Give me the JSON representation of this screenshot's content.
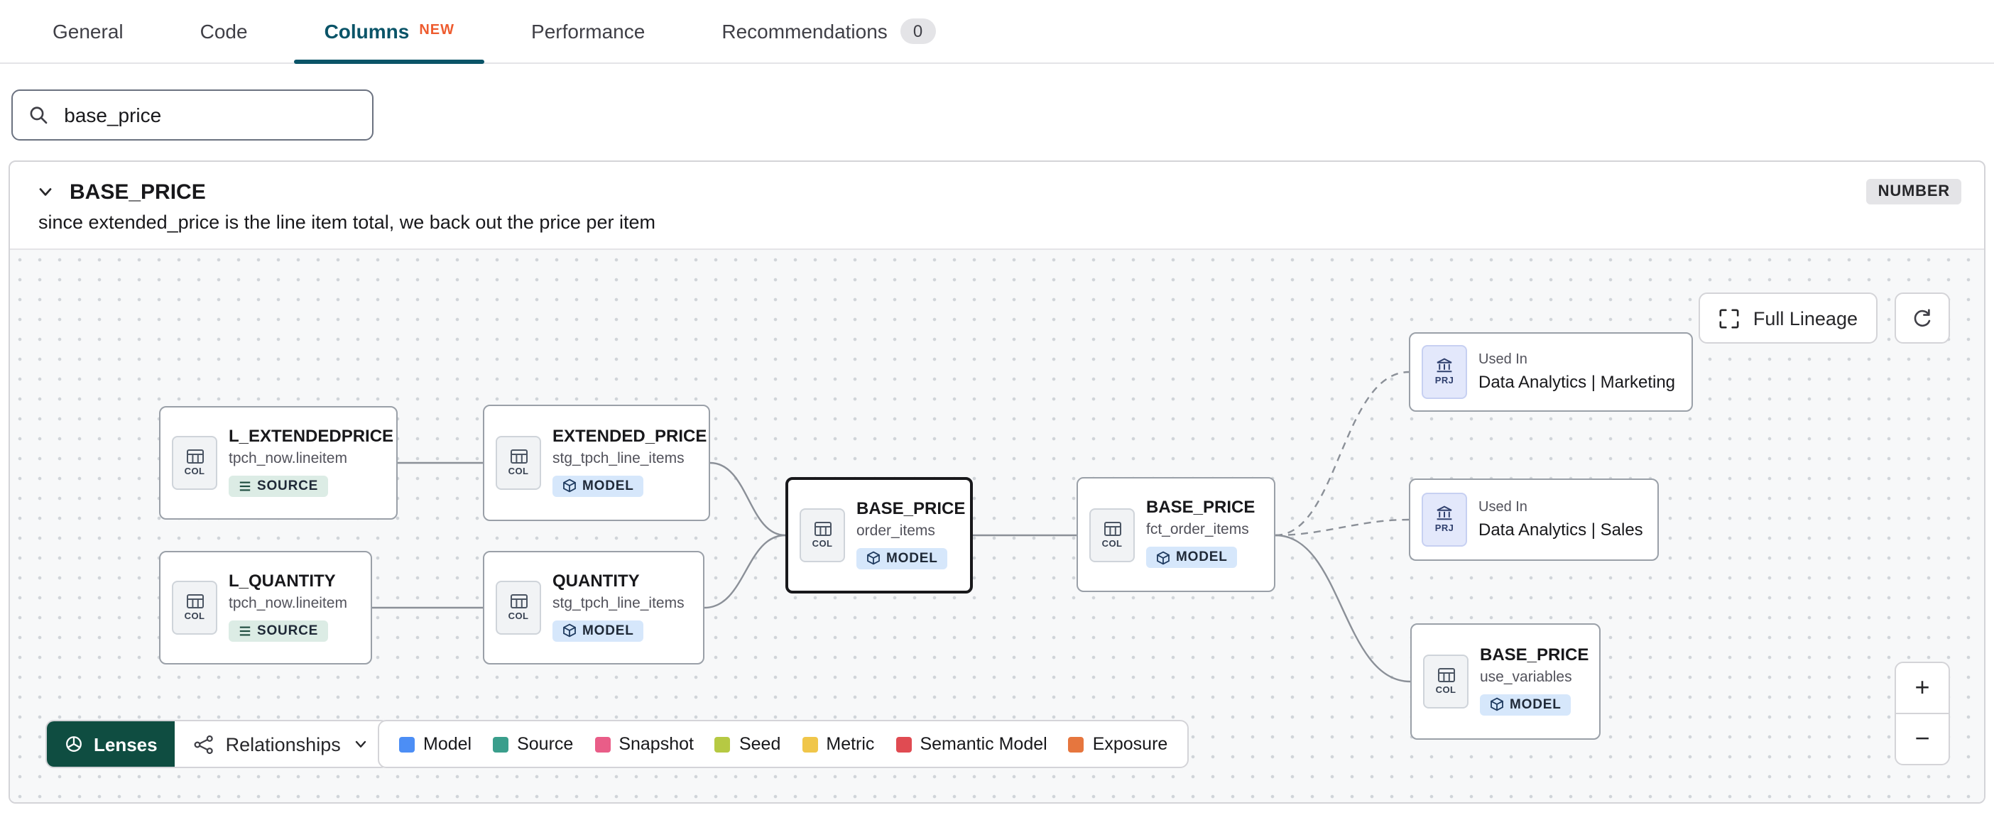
{
  "tabs": {
    "items": [
      {
        "label": "General"
      },
      {
        "label": "Code"
      },
      {
        "label": "Columns",
        "badge": "NEW"
      },
      {
        "label": "Performance"
      },
      {
        "label": "Recommendations",
        "count": "0"
      }
    ]
  },
  "search": {
    "value": "base_price"
  },
  "column": {
    "name": "BASE_PRICE",
    "type": "NUMBER",
    "description": "since extended_price is the line item total, we back out the price per item"
  },
  "lineage": {
    "full_lineage_label": "Full Lineage",
    "lenses_label": "Lenses",
    "relationships_label": "Relationships",
    "zoom_in_label": "+",
    "zoom_out_label": "−",
    "icon_labels": {
      "col": "COL",
      "prj": "PRJ"
    },
    "nodes": [
      {
        "title": "L_EXTENDEDPRICE",
        "subtitle": "tpch_now.lineitem",
        "badge": "SOURCE"
      },
      {
        "title": "EXTENDED_PRICE",
        "subtitle": "stg_tpch_line_items",
        "badge": "MODEL"
      },
      {
        "title": "L_QUANTITY",
        "subtitle": "tpch_now.lineitem",
        "badge": "SOURCE"
      },
      {
        "title": "QUANTITY",
        "subtitle": "stg_tpch_line_items",
        "badge": "MODEL"
      },
      {
        "title": "BASE_PRICE",
        "subtitle": "order_items",
        "badge": "MODEL",
        "selected": true
      },
      {
        "title": "BASE_PRICE",
        "subtitle": "fct_order_items",
        "badge": "MODEL"
      },
      {
        "label": "Used In",
        "title": "Data Analytics | Marketing"
      },
      {
        "label": "Used In",
        "title": "Data Analytics | Sales"
      },
      {
        "title": "BASE_PRICE",
        "subtitle": "use_variables",
        "badge": "MODEL"
      }
    ],
    "legend": [
      {
        "label": "Model",
        "color": "#4c8ef5"
      },
      {
        "label": "Source",
        "color": "#3a9e8c"
      },
      {
        "label": "Snapshot",
        "color": "#e95d88"
      },
      {
        "label": "Seed",
        "color": "#b6c943"
      },
      {
        "label": "Metric",
        "color": "#f0c64a"
      },
      {
        "label": "Semantic Model",
        "color": "#e04b52"
      },
      {
        "label": "Exposure",
        "color": "#e6763e"
      }
    ]
  }
}
